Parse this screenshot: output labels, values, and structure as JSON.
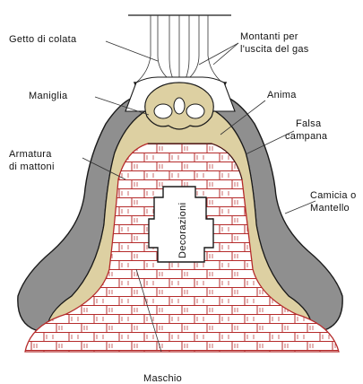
{
  "diagram": {
    "colors": {
      "cope": "#8f8f8f",
      "false_bell": "#ddd0a2",
      "brick_fill": "#ffffff",
      "brick_line": "#b52b2b",
      "outline": "#1a1a1a",
      "decor": "#ffffff"
    },
    "labels": {
      "getto": "Getto di colata",
      "montanti_1": "Montanti per",
      "montanti_2": "l'uscita del gas",
      "maniglia": "Maniglia",
      "anima": "Anima",
      "falsa_1": "Falsa",
      "falsa_2": "campana",
      "armatura_1": "Armatura",
      "armatura_2": "di mattoni",
      "camicia_1": "Camicia o",
      "camicia_2": "Mantello",
      "decorazioni": "Decorazioni",
      "maschio": "Maschio"
    }
  }
}
